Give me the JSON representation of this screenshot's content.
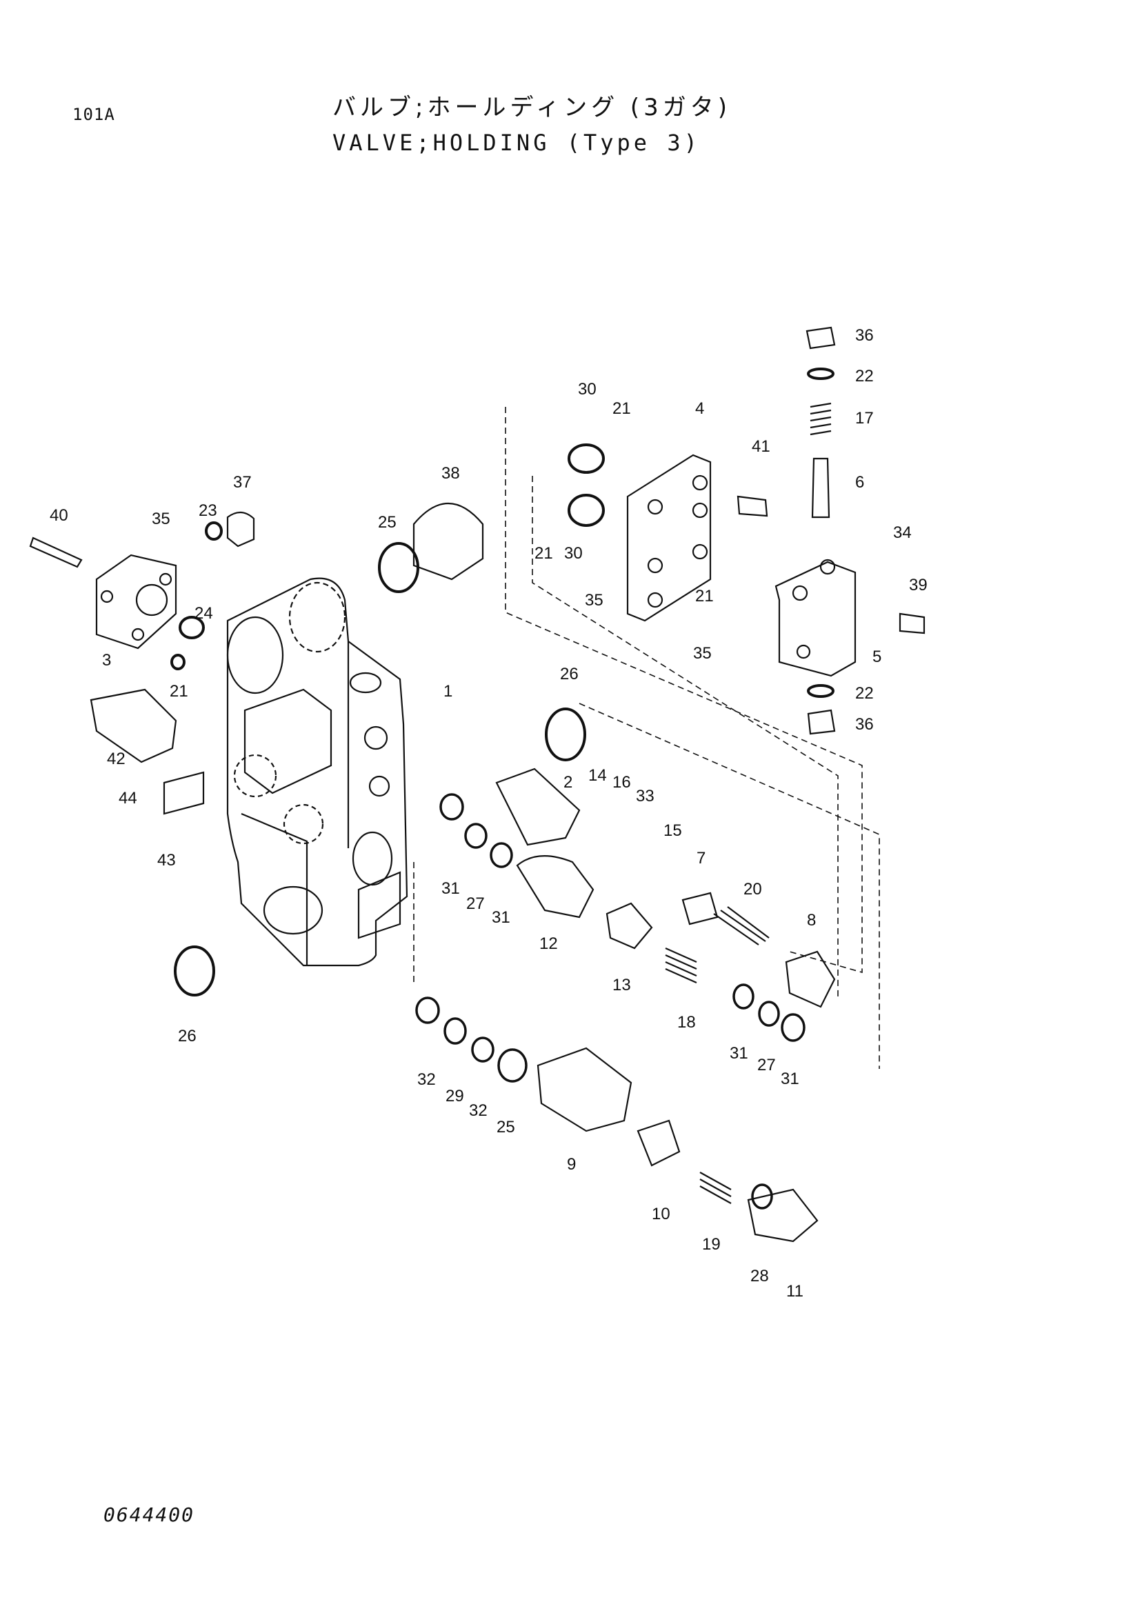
{
  "page_code": "101A",
  "title_jp": "バルブ;ホールディング (3ガタ)",
  "title_en": "VALVE;HOLDING (Type 3)",
  "drawing_number": "0644400",
  "callouts": [
    "36",
    "22",
    "17",
    "6",
    "34",
    "39",
    "5",
    "22",
    "36",
    "30",
    "21",
    "4",
    "41",
    "21",
    "30",
    "35",
    "21",
    "35",
    "37",
    "40",
    "35",
    "23",
    "38",
    "25",
    "24",
    "3",
    "21",
    "1",
    "42",
    "26",
    "44",
    "43",
    "2",
    "14",
    "16",
    "33",
    "15",
    "7",
    "31",
    "27",
    "31",
    "12",
    "20",
    "8",
    "13",
    "18",
    "31",
    "27",
    "31",
    "26",
    "32",
    "29",
    "32",
    "25",
    "9",
    "10",
    "19",
    "28",
    "11"
  ]
}
